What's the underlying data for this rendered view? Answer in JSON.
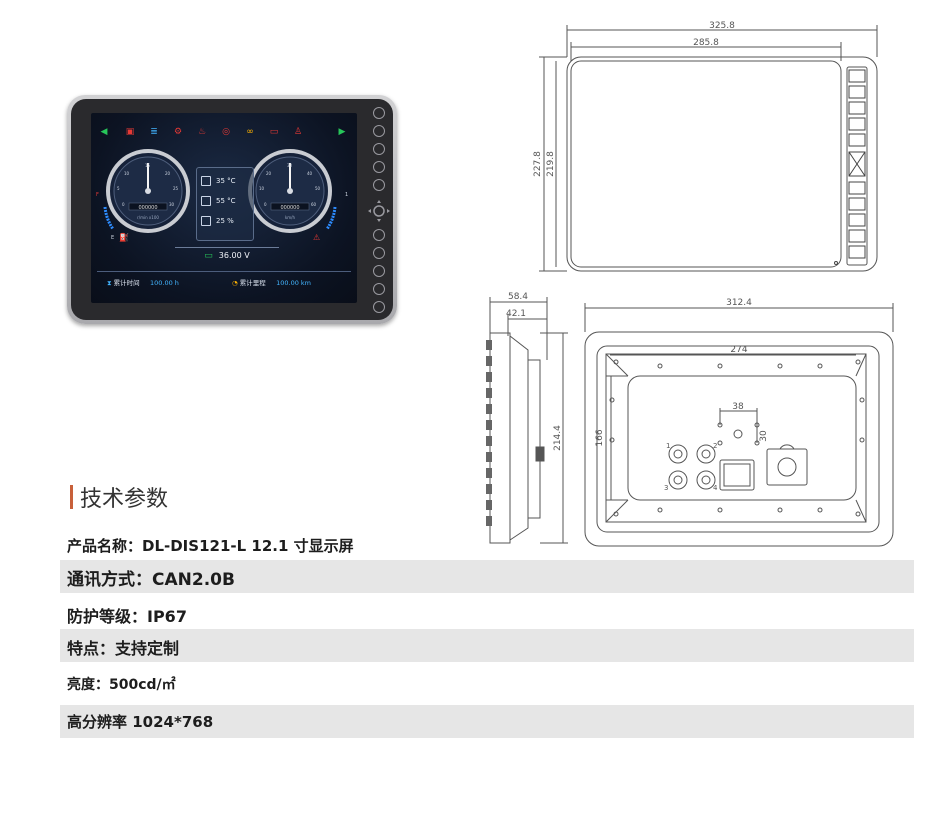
{
  "device_screen": {
    "temps": [
      "35 °C",
      "55 °C"
    ],
    "fuel": "25 %",
    "voltage": "36.00 V",
    "hours_label": "累计时间",
    "hours_value": "100.00 h",
    "mileage_label": "累计里程",
    "mileage_value": "100.00 km",
    "gauge_left_ticks": [
      "0",
      "5",
      "10",
      "15",
      "20",
      "25",
      "30"
    ],
    "gauge_right_ticks": [
      "0",
      "10",
      "20",
      "30",
      "40",
      "50",
      "60"
    ],
    "gauge_left_odo": "000000",
    "gauge_right_odo": "000000",
    "gauge_left_unit": "r/min x100",
    "gauge_right_unit": "km/h",
    "fuel_side": [
      "F",
      "E"
    ],
    "right_side": "1"
  },
  "drawing_top": {
    "overall_width": "325.8",
    "inner_width": "285.8",
    "overall_height": "227.8",
    "inner_height": "219.8"
  },
  "drawing_side": {
    "depth": "58.4",
    "inner_depth": "42.1"
  },
  "drawing_back": {
    "overall_width": "312.4",
    "inner_width": "274",
    "height": "214.4",
    "inner_height": "166",
    "hole_spacing_x": "38",
    "hole_spacing_y": "30",
    "connectors": [
      "1",
      "2",
      "3",
      "4"
    ]
  },
  "specs": {
    "title": "技术参数",
    "rows": [
      {
        "text": "产品名称：DL-DIS121-L   12.1 寸显示屏",
        "font_size": 15
      },
      {
        "text": "通讯方式：CAN2.0B",
        "font_size": 17
      },
      {
        "text": "防护等级：IP67",
        "font_size": 16
      },
      {
        "text": "特点：支持定制",
        "font_size": 16
      },
      {
        "text": "亮度：500cd/㎡",
        "font_size": 14
      },
      {
        "text": "高分辨率 1024*768",
        "font_size": 15
      }
    ]
  },
  "colors": {
    "accent": "#c8603a",
    "row_shade": "#e6e6e6",
    "screen_blue": "#43b5ff",
    "warn_red": "#e53935",
    "warn_green": "#27c65a",
    "warn_amber": "#ffb300"
  }
}
